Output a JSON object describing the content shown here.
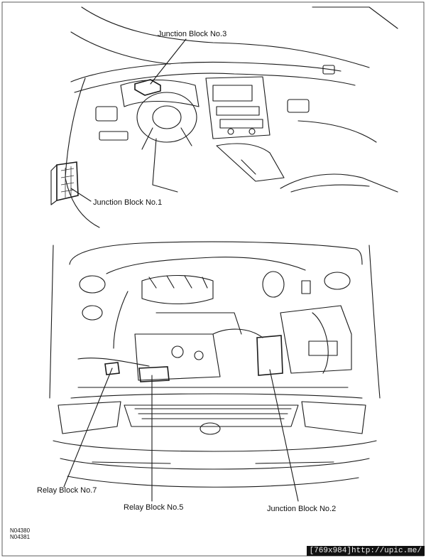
{
  "labels": {
    "junction_block_3": "Junction Block No.3",
    "junction_block_1": "Junction Block No.1",
    "relay_block_7": "Relay Block No.7",
    "relay_block_5": "Relay Block No.5",
    "junction_block_2": "Junction Block No.2"
  },
  "figure_codes": {
    "code_1": "N04380",
    "code_2": "N04381"
  },
  "watermark": "[769x984]http://upic.me/"
}
